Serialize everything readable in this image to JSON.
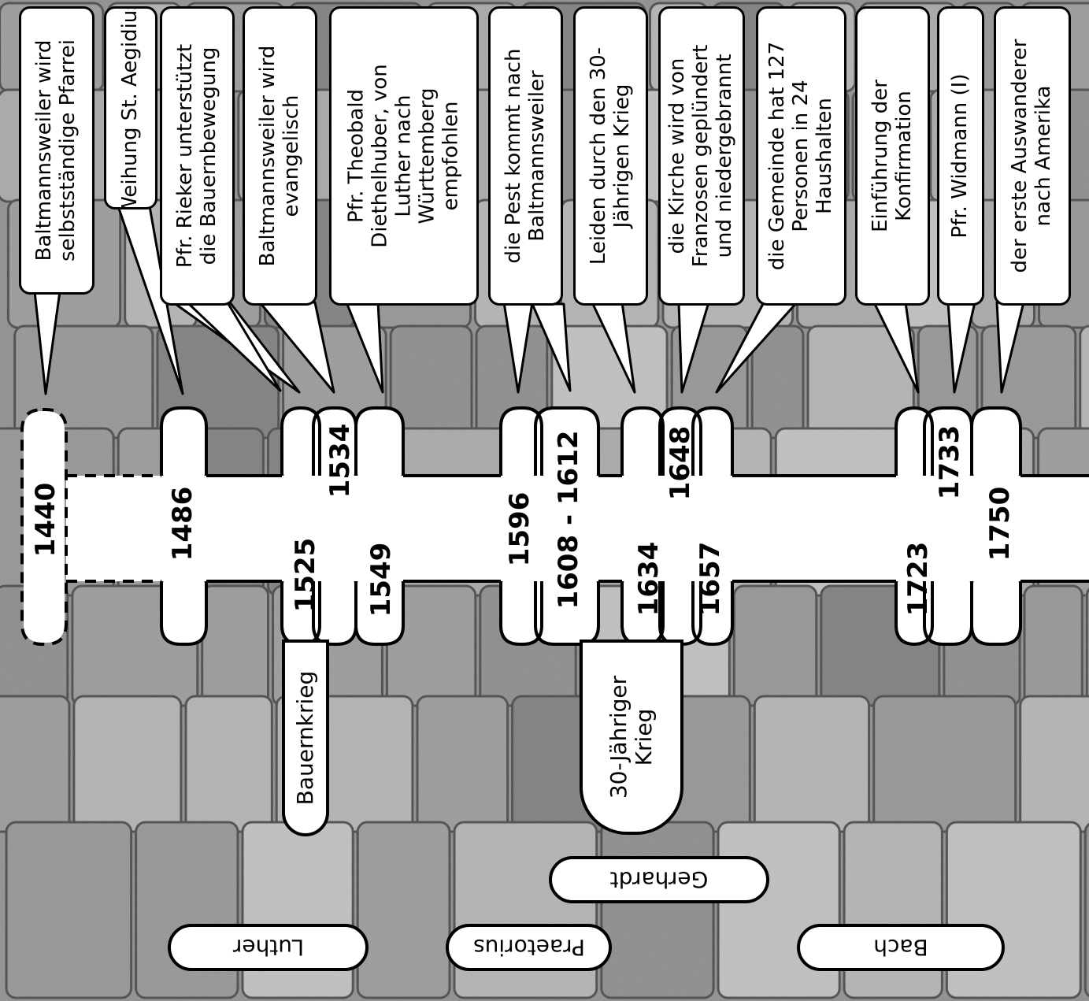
{
  "timeline": {
    "years_top": [
      "1440",
      "1486",
      "1534",
      "1596",
      "1608 - 1612",
      "1648",
      "1733"
    ],
    "years_bottom": [
      "1525",
      "1549",
      "1634",
      "1657",
      "1723",
      "1750"
    ]
  },
  "events": [
    "Baltmannsweiler wird\nselbstständige Pfarrei",
    "Weihung St. Aegidius",
    "Pfr. Rieker unterstützt\ndie Bauernbewegung",
    "Baltmannsweiler wird\nevangelisch",
    "Pfr. Theobald\nDiethelhuber, von\nLuther nach\nWürttemberg\nempfohlen",
    "die Pest kommt nach\nBaltmannsweiler",
    "Leiden durch den 30-\nJährigen Krieg",
    "die Kirche wird von\nFranzosen geplündert\nund niedergebrannt",
    "die Gemeinde hat 127\nPersonen in 24\nHaushalten",
    "Einführung der\nKonfirmation",
    "Pfr. Widmann (I)",
    "der erste Auswanderer\nnach Amerika"
  ],
  "periods": {
    "bauernkrieg": "Bauernkrieg",
    "krieg30": "30-Jähriger\nKrieg"
  },
  "composers": [
    "Gerhardt",
    "Luther",
    "Praetorius",
    "Bach"
  ],
  "colors": {
    "background": "#8f8f8f",
    "box_fill": "#ffffff",
    "outline": "#000000"
  }
}
